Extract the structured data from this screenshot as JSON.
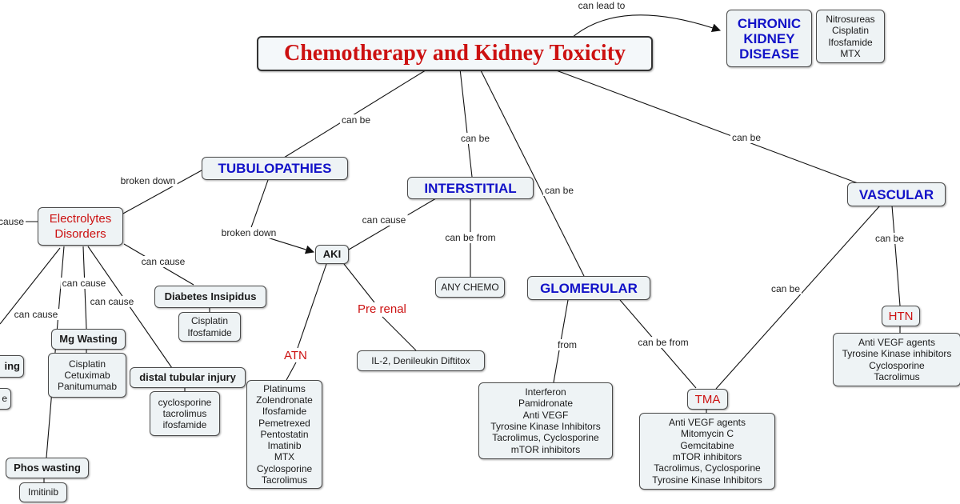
{
  "title": "Chemotherapy and Kidney Toxicity",
  "chronic": {
    "label": "CHRONIC\nKIDNEY\nDISEASE",
    "agents": "Nitrosureas\nCisplatin\nIfosfamide\nMTX"
  },
  "tubulopathies": "TUBULOPATHIES",
  "interstitial": "INTERSTITIAL",
  "glomerular": "GLOMERULAR",
  "vascular": "VASCULAR",
  "electrolytes": "Electrolytes\nDisorders",
  "aki": "AKI",
  "atn": "ATN",
  "pre_renal": "Pre renal",
  "diabetes_insipidus": {
    "label": "Diabetes Insipidus",
    "agents": "Cisplatin\nIfosfamide"
  },
  "mg_wasting": {
    "label": "Mg Wasting",
    "agents": "Cisplatin\nCetuximab\nPanitumumab"
  },
  "distal_tubular": {
    "label": "distal tubular injury",
    "agents": "cyclosporine\ntacrolimus\nifosfamide"
  },
  "phos_wasting": {
    "label": "Phos wasting",
    "agents": "Imitinib"
  },
  "cut_left_label": "ing",
  "cut_left_agents": "e",
  "atn_agents": "Platinums\nZolendronate\nIfosfamide\nPemetrexed\nPentostatin\nImatinib\nMTX\nCyclosporine\nTacrolimus",
  "pre_renal_agents": "IL-2, Denileukin Diftitox",
  "any_chemo": "ANY CHEMO",
  "glomerular_agents": "Interferon\nPamidronate\nAnti VEGF\nTyrosine Kinase Inhibitors\nTacrolimus, Cyclosporine\nmTOR inhibitors",
  "tma": "TMA",
  "tma_agents": "Anti VEGF agents\nMitomycin C\nGemcitabine\nmTOR inhibitors\nTacrolimus, Cyclosporine\nTyrosine Kinase Inhibitors",
  "htn": "HTN",
  "htn_agents": "Anti VEGF agents\nTyrosine Kinase inhibitors\nCyclosporine\nTacrolimus",
  "links": {
    "can_lead_to": "can lead to",
    "can_be": "can be",
    "broken_down": "broken down",
    "can_cause": "can cause",
    "cause_cut": "cause",
    "can_be_from": "can be from",
    "from": "from"
  }
}
